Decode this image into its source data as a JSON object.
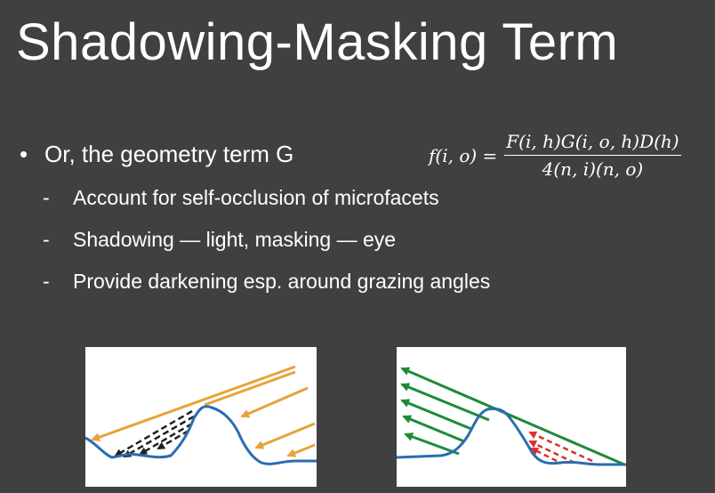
{
  "slide": {
    "title": "Shadowing-Masking Term",
    "bullet": "Or, the geometry term G",
    "bullet_marker": "•",
    "sub_marker": "-",
    "sub_items": [
      "Account for self-occlusion of microfacets",
      "Shadowing — light, masking — eye",
      "Provide darkening esp. around grazing angles"
    ],
    "formula": {
      "lhs": "f(i, o) =",
      "numerator": "F(i, h)G(i, o, h)D(h)",
      "denominator": "4(n, i)(n, o)"
    }
  },
  "diagrams": {
    "left": {
      "name": "shadowing",
      "ray_color": "#e8a23a",
      "shadow_ray_color": "#222222",
      "surface_color": "#2a6db0"
    },
    "right": {
      "name": "masking",
      "ray_color": "#1e8a3c",
      "masked_ray_color": "#d93030",
      "surface_color": "#2a6db0"
    }
  }
}
